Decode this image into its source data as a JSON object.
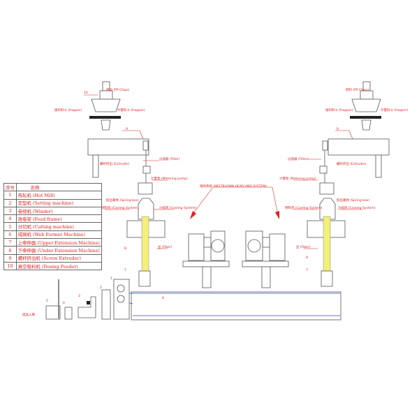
{
  "legend": {
    "header": {
      "no": "序号",
      "name": "名称"
    },
    "rows": [
      {
        "no": "1",
        "name": "热轧机 (Hot Mill)"
      },
      {
        "no": "2",
        "name": "定型机 (Setting machine)"
      },
      {
        "no": "3",
        "name": "卷绕机 (Winder)"
      },
      {
        "no": "4",
        "name": "放卷架 (Feed frame)"
      },
      {
        "no": "5",
        "name": "分切机 (Cutting machine)"
      },
      {
        "no": "6",
        "name": "成网机 (Web Former Machine)"
      },
      {
        "no": "7",
        "name": "上牵伸器 (Upper Extension Machine)"
      },
      {
        "no": "8",
        "name": "下牵伸器 (Under Extension Machine)"
      },
      {
        "no": "9",
        "name": "螺杆挤出机 (Screw Extruder)"
      },
      {
        "no": "10",
        "name": "真空吸料机 (Dosing Feeder)"
      }
    ]
  },
  "left_line": {
    "chips": "原料 (PP Chips)",
    "hopper_left": "吸料料斗 (Hopper)",
    "hopper_right": "计量料斗 (Hopper)",
    "extruder": "螺杆挤出 (Extruder)",
    "filter": "过滤器 (Filter)",
    "metering_pump": "计量泵 (Metering pump)",
    "spinning_box": "纺丝箱体 (Spring box)",
    "cooling_left": "侧吹风 (Cooling System)",
    "cooling_right": "冷却风 (Cooling System)",
    "fiber": "丝 (Fiber)",
    "num_10": "10",
    "num_9": "9",
    "num_8": "8",
    "num_7": "7"
  },
  "right_line": {
    "chips": "原料 (PP Chips)",
    "hopper_left": "吸料料斗 (Hopper)",
    "hopper_right": "计量料斗 (Hopper)",
    "extruder": "螺杆挤出 (Extruder)",
    "filter": "过滤器 (Filter)",
    "metering_pump": "计量泵 (Metering pump)",
    "spinning_box": "纺丝箱体 (Spring box)",
    "cooling_left": "侧吹风 (Cooling System)",
    "cooling_right": "冷却风 (Cooling System)",
    "fiber": "丝 (Fiber)",
    "num_9": "9",
    "num_8": "8",
    "num_7": "7"
  },
  "meltblown": "熔喷系统 (MELTBLOWN HEAD AND SYSTEM)",
  "output": "成品入库",
  "numbers": {
    "n1": "1",
    "n2": "2",
    "n3": "3",
    "n4": "4",
    "n5": "5",
    "n6": "6"
  }
}
